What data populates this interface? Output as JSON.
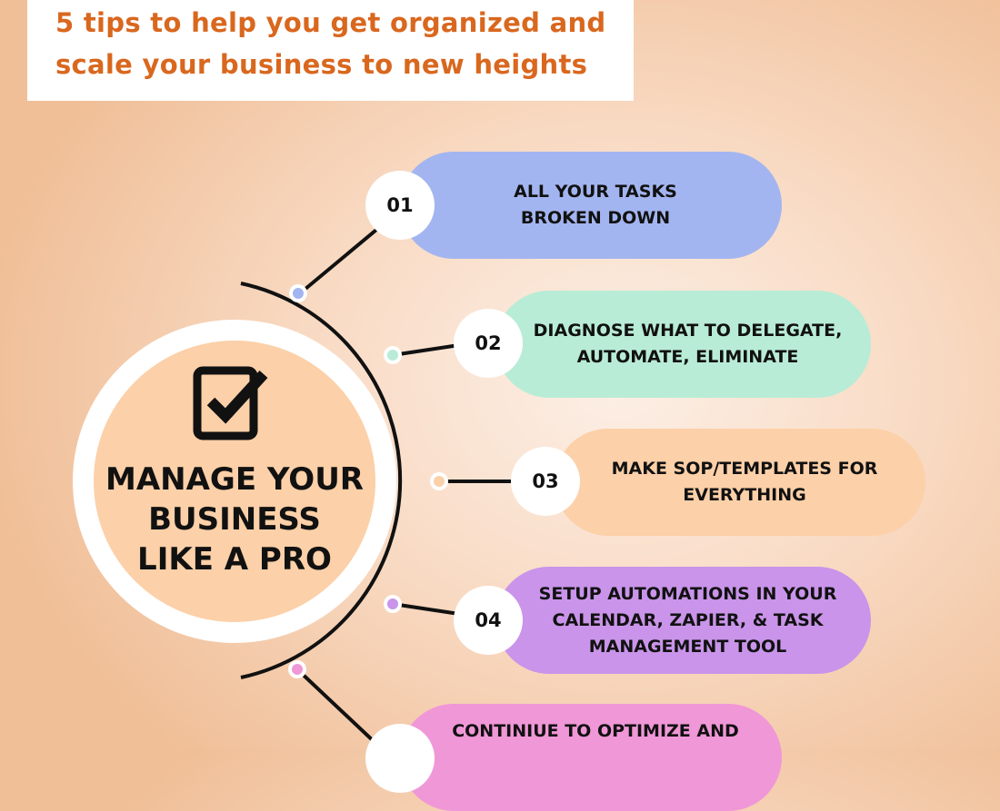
{
  "header": {
    "line1": "5 tips to help you get organized and",
    "line2": "scale your business to new heights"
  },
  "center": {
    "icon": "checkbox-check-icon",
    "line1": "MANAGE YOUR",
    "line2": "BUSINESS",
    "line3": "LIKE A PRO"
  },
  "steps": [
    {
      "number": "01",
      "line1": "ALL YOUR TASKS",
      "line2": "BROKEN DOWN",
      "color": "#a3b5f0"
    },
    {
      "number": "02",
      "line1": "DIAGNOSE WHAT TO DELEGATE,",
      "line2": "AUTOMATE, ELIMINATE",
      "color": "#b9ecd6"
    },
    {
      "number": "03",
      "line1": "MAKE SOP/TEMPLATES FOR",
      "line2": "EVERYTHING",
      "color": "#fcd0a8"
    },
    {
      "number": "04",
      "line1": "SETUP AUTOMATIONS IN YOUR",
      "line2": "CALENDAR, ZAPIER, & TASK",
      "line3": "MANAGEMENT TOOL",
      "color": "#c994ea"
    },
    {
      "number": "",
      "line1": "CONTINIUE TO OPTIMIZE AND",
      "color": "#f097d8"
    }
  ]
}
